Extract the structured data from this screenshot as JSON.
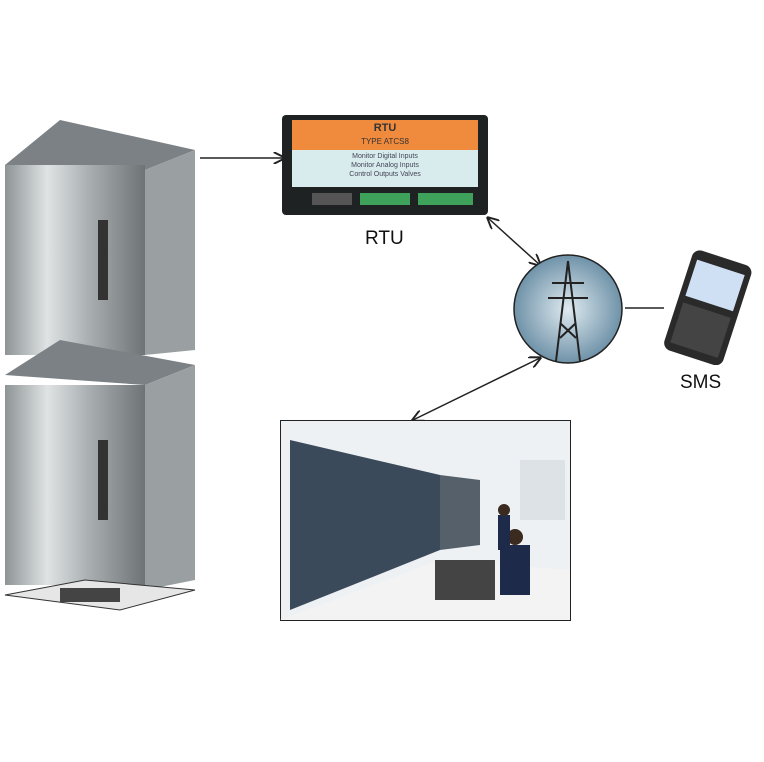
{
  "labels": {
    "rtu": "RTU",
    "sms": "SMS"
  },
  "rtu_device": {
    "title": "RTU",
    "type": "TYPE ATCS8",
    "lines": [
      "Monitor Digital Inputs",
      "Monitor Analog Inputs",
      "Control Outputs Valves"
    ]
  },
  "colors": {
    "rtu_orange": "#f08a3c",
    "rtu_panel": "#d8ecee",
    "rtu_body": "#1e2222",
    "terminal_green": "#3fa25a"
  }
}
